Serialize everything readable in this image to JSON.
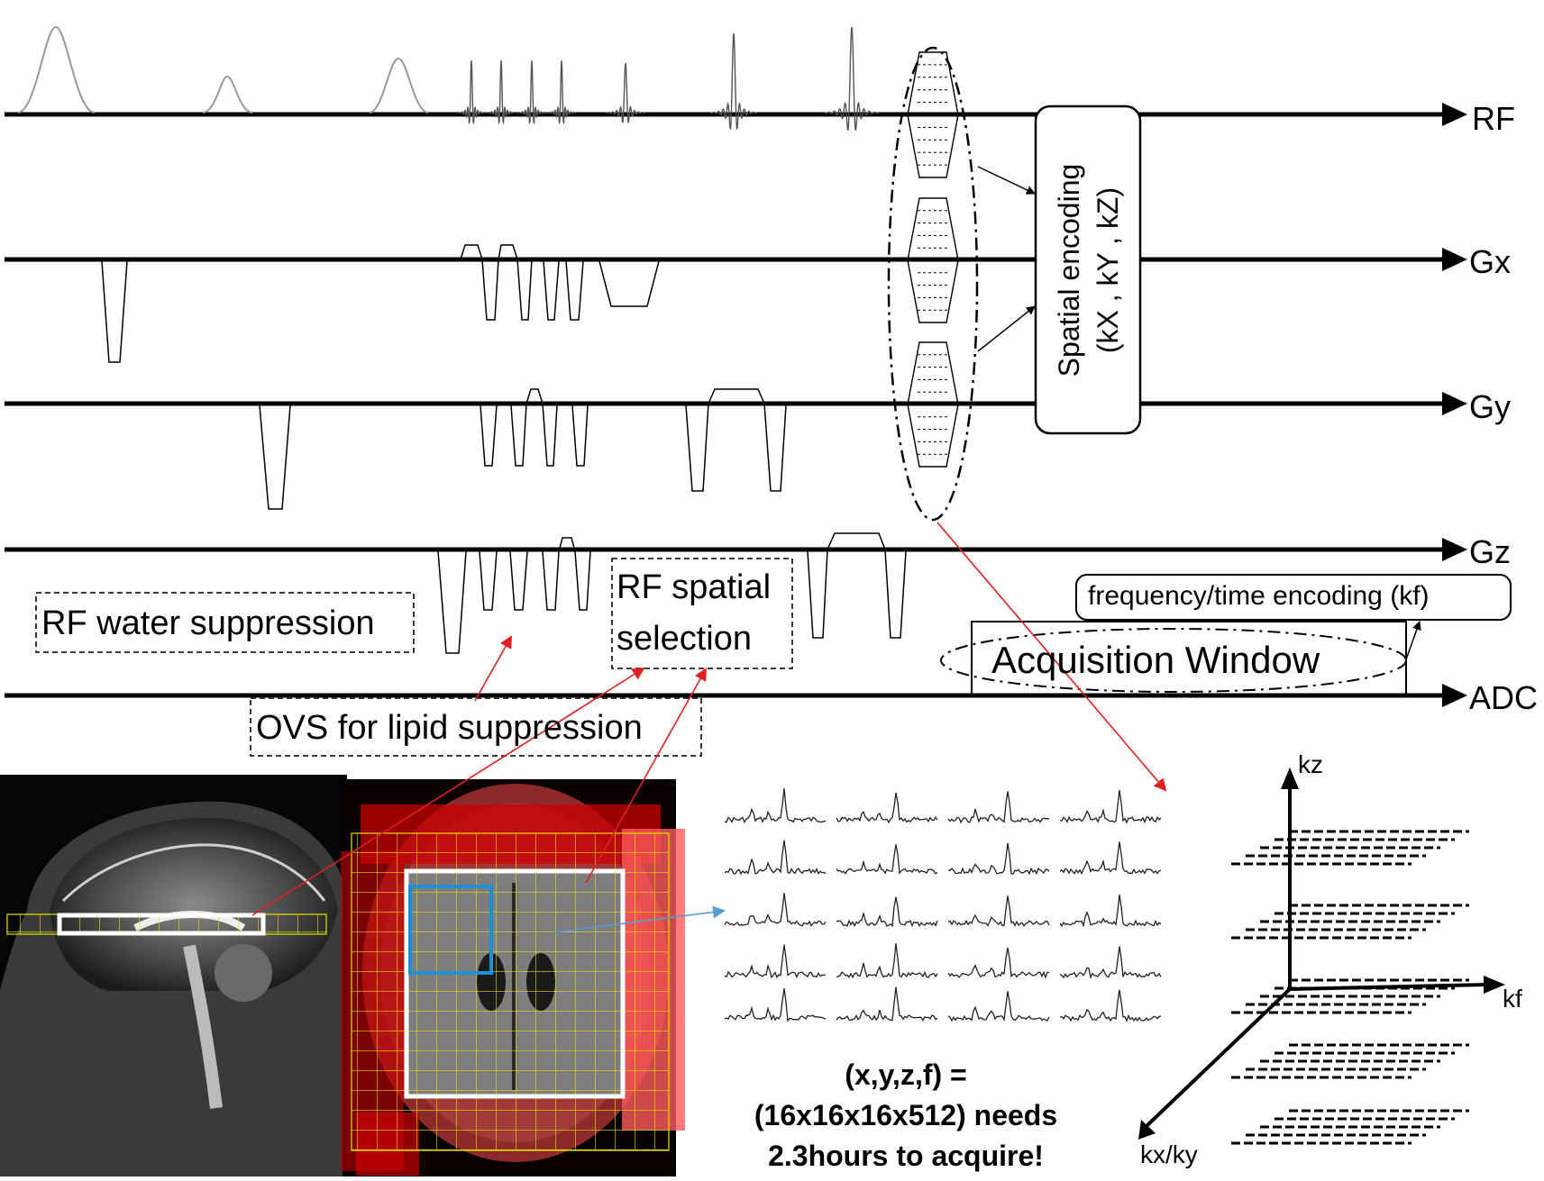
{
  "channels": {
    "rf": "RF",
    "gx": "Gx",
    "gy": "Gy",
    "gz": "Gz",
    "adc": "ADC"
  },
  "annotations": {
    "spatial_encoding_line1": "Spatial encoding",
    "spatial_encoding_line2": "(kX , kY , kZ)",
    "freq_time_encoding": "frequency/time encoding (kf)",
    "acquisition_window": "Acquisition Window",
    "rf_water_suppression": "RF water suppression",
    "rf_spatial_selection_line1": "RF spatial",
    "rf_spatial_selection_line2": "selection",
    "ovs_lipid": "OVS for lipid suppression"
  },
  "result_text": {
    "line1": "(x,y,z,f) =",
    "line2": "(16x16x16x512) needs",
    "line3": "2.3hours to acquire!"
  },
  "kspace_axes": {
    "kz": "kz",
    "kf": "kf",
    "kxky": "kx/ky"
  },
  "colors": {
    "arrow_red": "#e02020",
    "arrow_blue": "#5b9bd5",
    "ovs_red": "#c00000",
    "grid_yellow": "#e8e000",
    "voxel_blue": "#1f8fd8"
  },
  "icons": {
    "sagittal": "mri-sagittal-brain-image",
    "axial": "mri-axial-brain-image"
  }
}
